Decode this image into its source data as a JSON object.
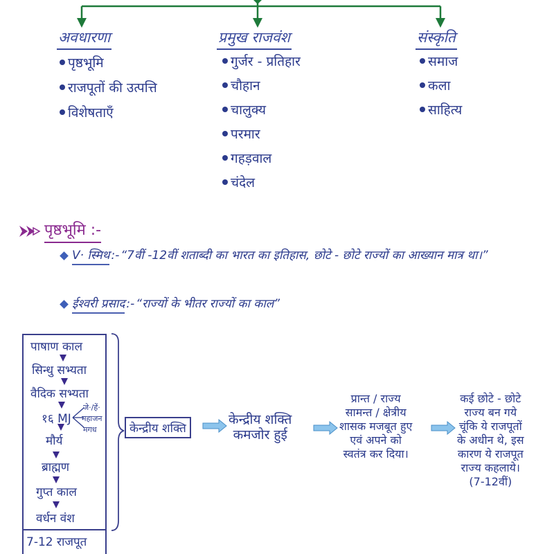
{
  "colors": {
    "tree_line": "#1e7a3a",
    "text_primary": "#2b3a8c",
    "heading_accent": "#8a2a8f",
    "flow_arrow": "#6aaee0",
    "box_border": "#3a3f8c"
  },
  "tree": {
    "columns": [
      {
        "heading": "अवधारणा",
        "items": [
          "पृष्ठभूमि",
          "राजपूतों की उत्पत्ति",
          "विशेषताएँ"
        ]
      },
      {
        "heading": "प्रमुख राजवंश",
        "items": [
          "गुर्जर - प्रतिहार",
          "चौहान",
          "चालुक्य",
          "परमार",
          "गहड़वाल",
          "चंदेल"
        ]
      },
      {
        "heading": "संस्कृति",
        "items": [
          "समाज",
          "कला",
          "साहित्य"
        ]
      }
    ]
  },
  "section": {
    "icon": "double-chevron-right-icon",
    "title": "पृष्ठभूमि :-"
  },
  "quotes": [
    {
      "author": "V· स्मिथ",
      "separator": ":-",
      "text": "“7वीं -12वीं शताब्दी का भारत का इतिहास, छोटे - छोटे राज्यों का आख्यान मात्र था।”"
    },
    {
      "author": "ईश्वरी प्रसाद",
      "separator": ":-",
      "text": "“राज्यों के भीतर राज्यों का काल”"
    }
  ],
  "timeline": {
    "items": [
      "पाषाण काल",
      "सिन्धु सभ्यता",
      "वैदिक सभ्यता",
      "१६ MJ",
      "मौर्य",
      "ब्राह्मण",
      "गुप्त काल",
      "वर्धन वंश"
    ],
    "mahajanapada_notes": [
      "जे·/हें·",
      "महाजन",
      "मगध"
    ],
    "footer": "7-12 राजपूत"
  },
  "flow": {
    "box": "केन्द्रीय शक्ति",
    "step1": [
      "केन्द्रीय शक्ति",
      "कमजोर हुई"
    ],
    "step2": [
      "प्रान्त / राज्य",
      "सामन्त / क्षेत्रीय",
      "शासक मजबूत हुए",
      "एवं अपने को",
      "स्वतंत्र कर दिया।"
    ],
    "step3": [
      "कई छोटे - छोटे",
      "राज्य बन गये",
      "चूंकि ये राजपूतों",
      "के अधीन थे, इस",
      "कारण ये राजपूत",
      "राज्य कहलाये।",
      "(7-12वीं)"
    ]
  }
}
